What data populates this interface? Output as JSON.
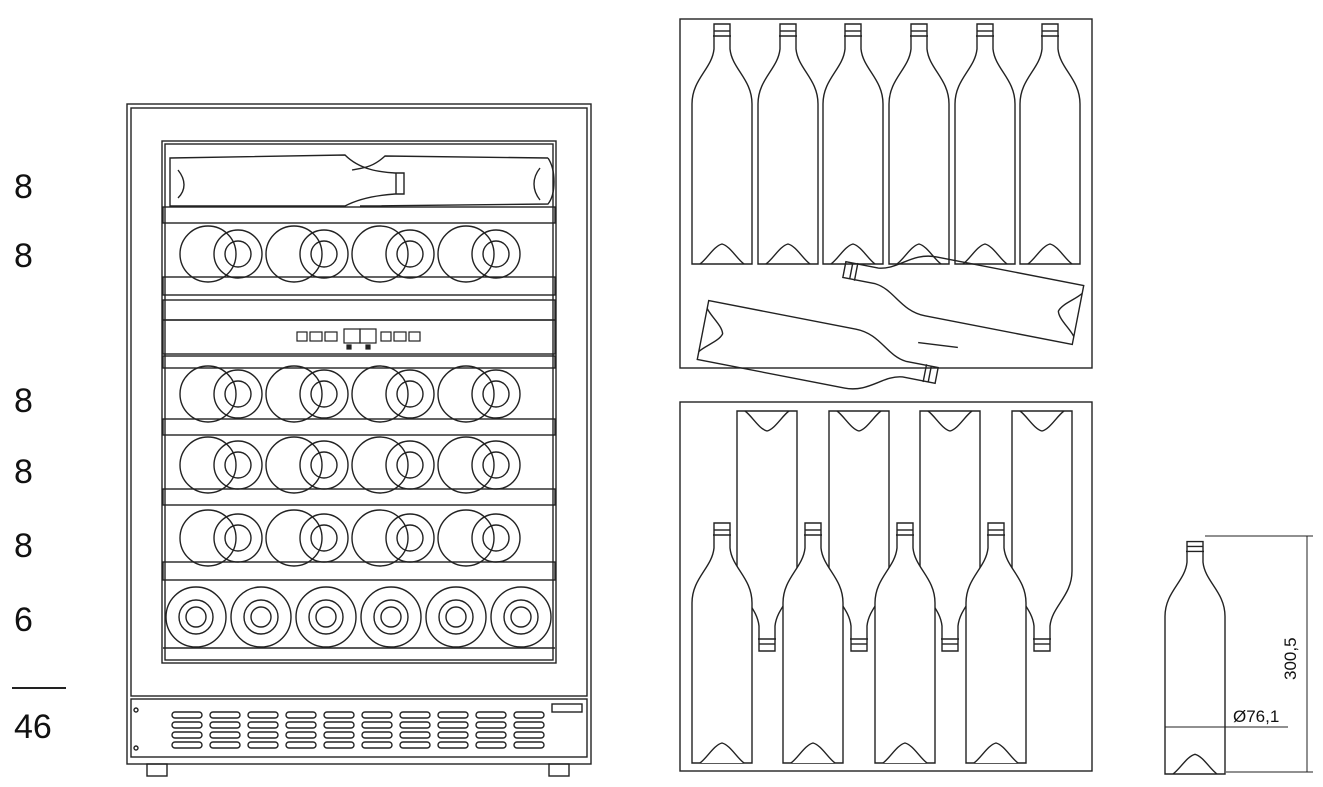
{
  "shelf_counts": [
    "8",
    "8",
    "8",
    "8",
    "8",
    "6"
  ],
  "total": "46",
  "bottle_dimensions": {
    "height": "300,5",
    "diameter": "Ø76,1"
  }
}
